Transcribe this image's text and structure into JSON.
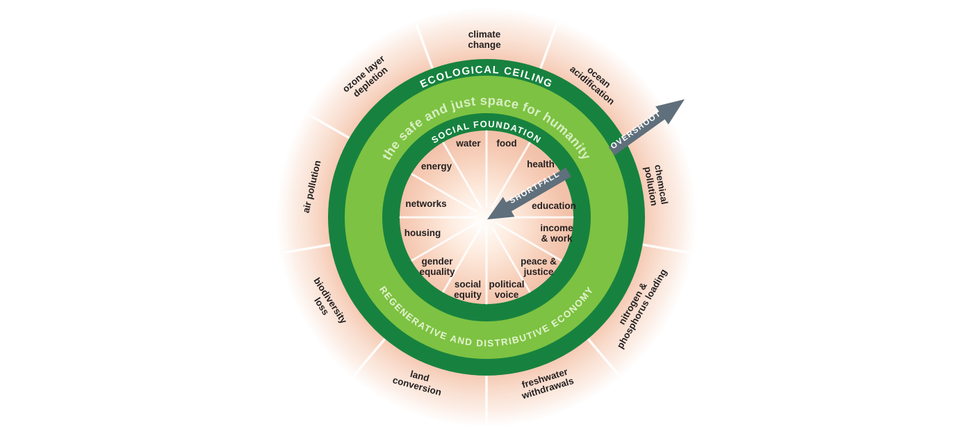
{
  "diagram_title": "the safe and just space for humanity",
  "colors": {
    "ring_dark_green": "#17823f",
    "ring_light_green": "#7dc242",
    "pale_green_text": "#d8eec3",
    "glow_peach": "#f4c3aa",
    "arrow_slate": "#5f6f7b",
    "label_black": "#231f20"
  },
  "rings": {
    "ecological_ceiling_label": "ECOLOGICAL CEILING",
    "social_foundation_label": "SOCIAL FOUNDATION",
    "safe_space_label": "the safe and just space for humanity",
    "economy_label": "REGENERATIVE AND DISTRIBUTIVE ECONOMY"
  },
  "arrows": {
    "overshoot_label": "OVERSHOOT",
    "shortfall_label": "SHORTFALL"
  },
  "boundaries": {
    "climate_change": {
      "l1": "climate",
      "l2": "change"
    },
    "ocean_acidification": {
      "l1": "ocean",
      "l2": "acidification"
    },
    "chemical_pollution": {
      "l1": "chemical",
      "l2": "pollution"
    },
    "nitrogen_phosphorus_loading": {
      "l1": "nitrogen &",
      "l2": "phosphorus loading"
    },
    "freshwater_withdrawals": {
      "l1": "freshwater",
      "l2": "withdrawals"
    },
    "land_conversion": {
      "l1": "land",
      "l2": "conversion"
    },
    "biodiversity_loss": {
      "l1": "biodiversity",
      "l2": "loss"
    },
    "air_pollution": {
      "l1": "air pollution"
    },
    "ozone_layer_depletion": {
      "l1": "ozone layer",
      "l2": "depletion"
    }
  },
  "foundation": {
    "water": {
      "l1": "water"
    },
    "food": {
      "l1": "food"
    },
    "health": {
      "l1": "health"
    },
    "education": {
      "l1": "education"
    },
    "income_work": {
      "l1": "income",
      "l2": "& work"
    },
    "peace_justice": {
      "l1": "peace &",
      "l2": "justice"
    },
    "political_voice": {
      "l1": "political",
      "l2": "voice"
    },
    "social_equity": {
      "l1": "social",
      "l2": "equity"
    },
    "gender_equality": {
      "l1": "gender",
      "l2": "equality"
    },
    "housing": {
      "l1": "housing"
    },
    "networks": {
      "l1": "networks"
    },
    "energy": {
      "l1": "energy"
    }
  }
}
